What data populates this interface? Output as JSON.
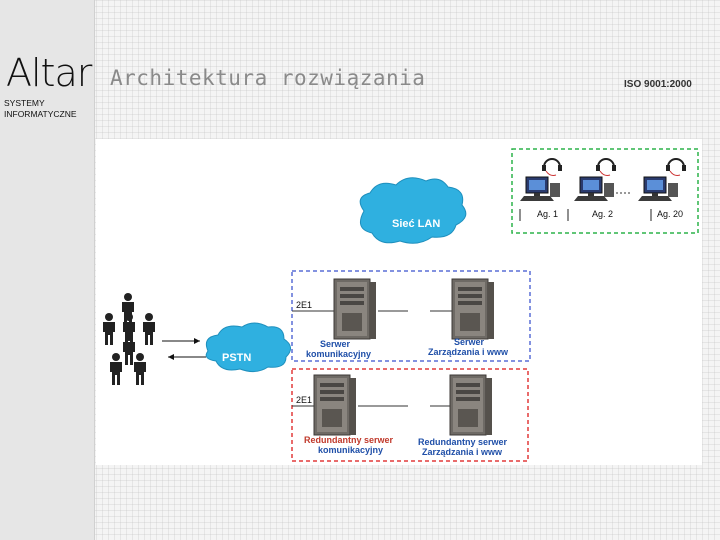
{
  "header": {
    "logo_text": "Altar",
    "logo_subtitle_line1": "SYSTEMY",
    "logo_subtitle_line2": "INFORMATYCZNE",
    "title": "Architektura rozwiązania",
    "badge": "ISO 9001:2000"
  },
  "diagram": {
    "lan_label": "Sieć LAN",
    "pstn_label": "PSTN",
    "agents": [
      "Ag. 1",
      "Ag. 2",
      "Ag. 20"
    ],
    "link_label_primary": "2E1",
    "link_label_backup": "2E1",
    "server_comm_line1": "Serwer",
    "server_comm_line2": "komunikacyjny",
    "server_mgmt_line1": "Serwer",
    "server_mgmt_line2": "Zarządzania i www",
    "red_comm_line1": "Redundantny serwer",
    "red_comm_line2": "komunikacyjny",
    "red_mgmt_line1": "Redundantny serwer",
    "red_mgmt_line2": "Zarządzania i www",
    "colors": {
      "agents_border": "#2db34a",
      "primary_border": "#5a6fd6",
      "backup_border": "#e23a3a",
      "cloud_fill": "#2fb0e0",
      "label_blue": "#1f4fa8",
      "label_red": "#c0392b"
    }
  }
}
